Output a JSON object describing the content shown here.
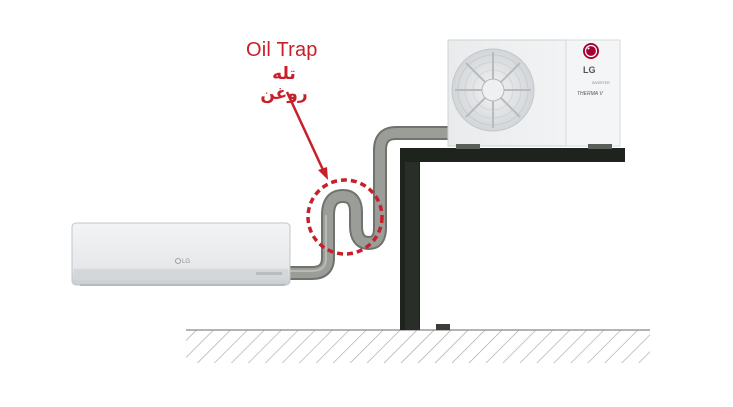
{
  "callout": {
    "label_en": "Oil Trap",
    "label_fa": "تله روغن",
    "color": "#c8202b"
  },
  "outdoor_unit": {
    "brand": "LG",
    "badge": "THERMA V",
    "small_text": "INVERTER"
  },
  "indoor_unit": {
    "brand": "LG"
  },
  "colors": {
    "pipe": "#9a9d98",
    "pipe_edge": "#6f726d",
    "bracket": "#1f231e",
    "unit_body": "#eceeef",
    "ground_hatch": "#9c9c9c",
    "lg_red": "#a50034"
  }
}
